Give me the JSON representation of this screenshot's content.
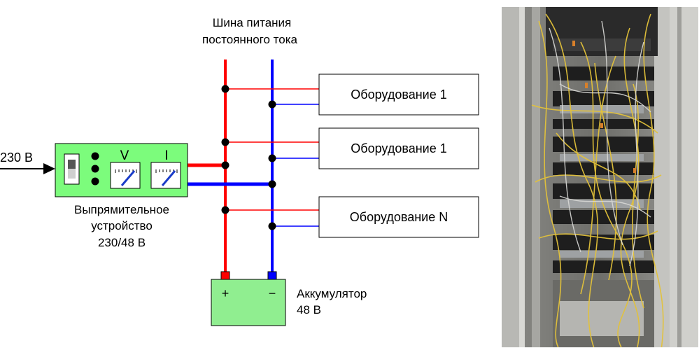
{
  "bus": {
    "title_line1": "Шина питания",
    "title_line2": "постоянного тока"
  },
  "input": {
    "label": "230 В"
  },
  "rectifier": {
    "meter_v": "V",
    "meter_i": "I",
    "caption_line1": "Выпрямительное",
    "caption_line2": "устройство",
    "caption_line3": "230/48 В"
  },
  "equipment": [
    {
      "label": "Оборудование 1"
    },
    {
      "label": "Оборудование 1"
    },
    {
      "label": "Оборудование N"
    }
  ],
  "battery": {
    "plus": "+",
    "minus": "−",
    "label_line1": "Аккумулятор",
    "label_line2": "48 В"
  },
  "photo": {
    "subject": "server-rack-with-cables"
  },
  "colors": {
    "positive": "#ff0000",
    "negative": "#0000ff",
    "device_fill": "#7cfc7c",
    "battery_fill": "#90ee90",
    "node": "#000000"
  }
}
